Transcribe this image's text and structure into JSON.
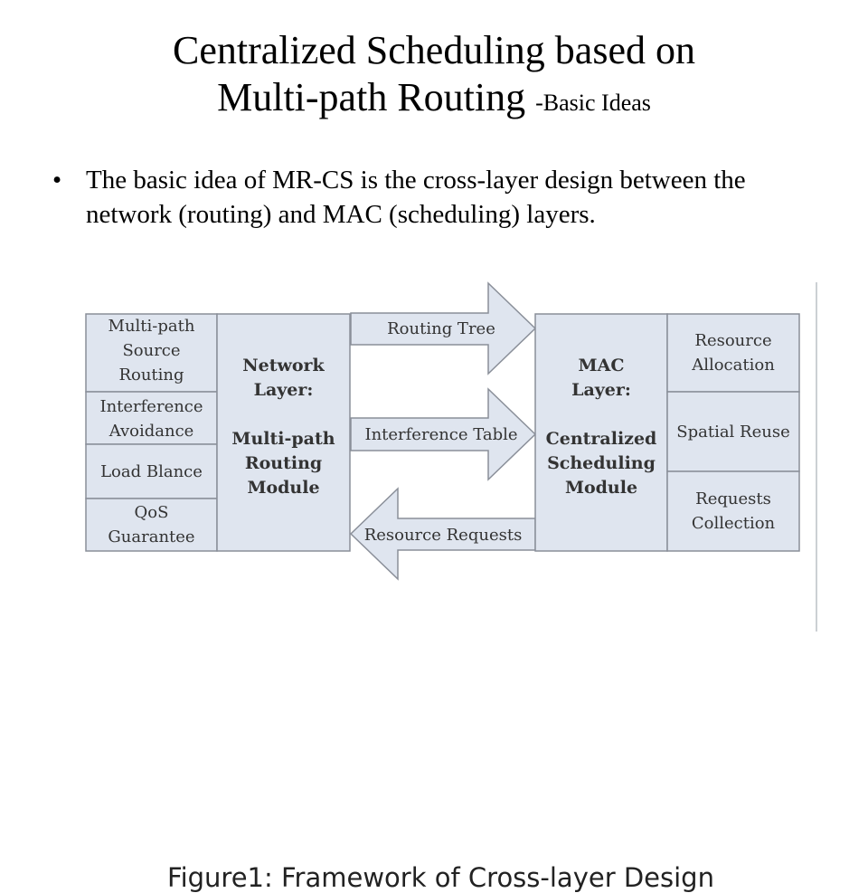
{
  "slide": {
    "title_line1": "Centralized Scheduling based on",
    "title_line2": "Multi-path Routing",
    "title_suffix": "-Basic Ideas",
    "bullet_symbol": "•",
    "bullet": "The basic idea of MR-CS is the cross-layer design between the network (routing) and MAC (scheduling) layers."
  },
  "figure": {
    "left_boxes": [
      [
        "Multi-path",
        "Source",
        "Routing"
      ],
      [
        "Interference",
        "Avoidance"
      ],
      [
        "Load Blance"
      ],
      [
        "QoS",
        "Guarantee"
      ]
    ],
    "network_module": [
      "Network",
      "Layer:",
      "",
      "Multi-path",
      "Routing",
      "Module"
    ],
    "arrows": {
      "routing_tree": "Routing Tree",
      "interference_table": "Interference Table",
      "resource_requests": "Resource Requests"
    },
    "mac_module": [
      "MAC",
      "Layer:",
      "",
      "Centralized",
      "Scheduling",
      "Module"
    ],
    "right_boxes": [
      [
        "Resource",
        "Allocation"
      ],
      [
        "Spatial Reuse"
      ],
      [
        "Requests",
        "Collection"
      ]
    ],
    "caption": "Figure1:  Framework of Cross-layer Design",
    "colors": {
      "box_fill": "#dfe5ef",
      "outline": "#8a8f99",
      "arrow_fill": "#dfe5ef"
    }
  }
}
